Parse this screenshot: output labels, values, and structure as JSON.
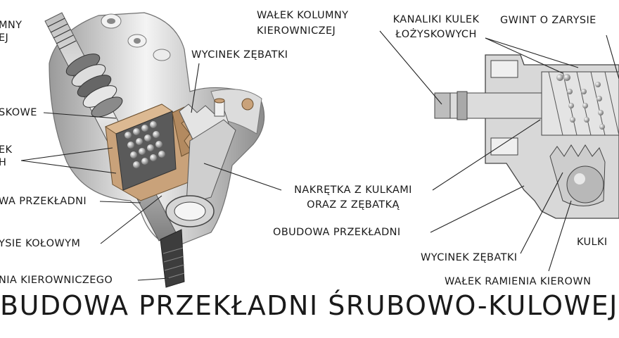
{
  "title": "BUDOWA PRZEKŁADNI ŚRUBOWO-KULOWEJ",
  "left_labels": {
    "column_shaft": [
      "MNY",
      "EJ"
    ],
    "bearing_balls": "SKOWE",
    "ball_channels": [
      "EK",
      "H"
    ],
    "housing": "WA PRZEKŁADNI",
    "thread": "YSIE KOŁOWYM",
    "arm_shaft": "NIA KIEROWNICZEGO",
    "sector": "WYCINEK ZĘBATKI",
    "nut": [
      "NAKRĘTKA Z KULKAMI",
      "ORAZ Z ZĘBATKĄ"
    ],
    "housing_full": "OBUDOWA PRZEKŁADNI"
  },
  "right_labels": {
    "column_shaft": [
      "WAŁEK KOLUMNY",
      "KIEROWNICZEJ"
    ],
    "bearing_channels": [
      "KANALIKI KULEK",
      "ŁOŻYSKOWYCH"
    ],
    "thread": "GWINT O ZARYSIE",
    "balls": "KULKI",
    "sector": "WYCINEK ZĘBATKI",
    "arm_shaft": "WAŁEK RAMIENIA KIEROWN"
  },
  "colors": {
    "text": "#1a1a1a",
    "metal_light": "#e6e6e6",
    "metal_dark": "#8a8a8a",
    "brass": "#c9a27a",
    "diagram_fill": "#d8d8d8"
  }
}
